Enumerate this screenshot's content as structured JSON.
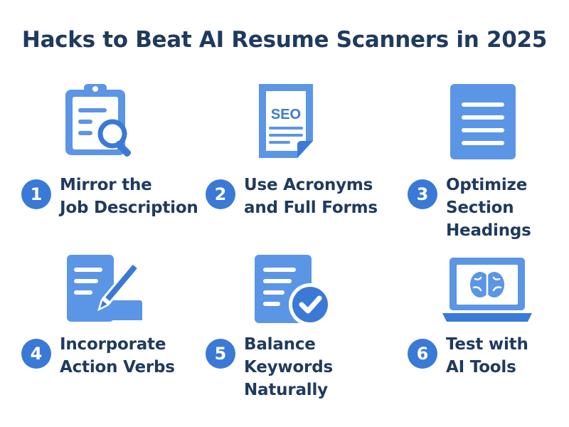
{
  "title": "Hacks to Beat AI Resume Scanners in 2025",
  "colors": {
    "accent": "#3b79d6",
    "icon_light": "#5b95e6",
    "text": "#1f3a5f"
  },
  "items": [
    {
      "number": "1",
      "lines": [
        "Mirror the",
        "Job Description"
      ],
      "icon": "clipboard-search-icon"
    },
    {
      "number": "2",
      "lines": [
        "Use Acronyms",
        "and Full Forms"
      ],
      "icon": "seo-document-icon",
      "icon_text": "SEO"
    },
    {
      "number": "3",
      "lines": [
        "Optimize",
        "Section",
        "Headings"
      ],
      "icon": "document-lines-icon"
    },
    {
      "number": "4",
      "lines": [
        "Incorporate",
        "Action Verbs"
      ],
      "icon": "document-pen-icon"
    },
    {
      "number": "5",
      "lines": [
        "Balance",
        "Keywords",
        "Naturally"
      ],
      "icon": "document-check-icon"
    },
    {
      "number": "6",
      "lines": [
        "Test with",
        "AI Tools"
      ],
      "icon": "laptop-brain-icon"
    }
  ]
}
